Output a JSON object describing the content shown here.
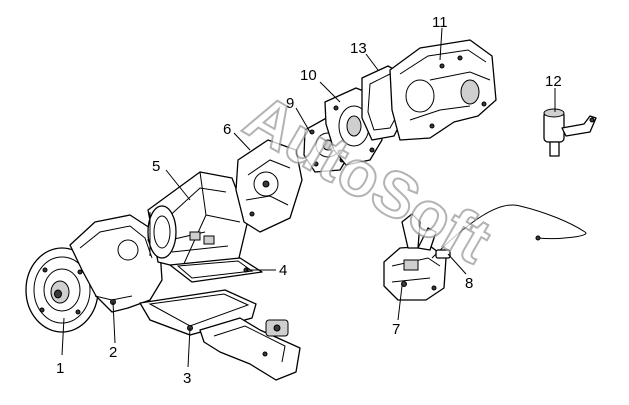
{
  "watermark": "AutoSoft",
  "callouts": [
    {
      "id": "1",
      "label": "1"
    },
    {
      "id": "2",
      "label": "2"
    },
    {
      "id": "3",
      "label": "3"
    },
    {
      "id": "4",
      "label": "4"
    },
    {
      "id": "5",
      "label": "5"
    },
    {
      "id": "6",
      "label": "6"
    },
    {
      "id": "7",
      "label": "7"
    },
    {
      "id": "8",
      "label": "8"
    },
    {
      "id": "9",
      "label": "9"
    },
    {
      "id": "10",
      "label": "10"
    },
    {
      "id": "11",
      "label": "11"
    },
    {
      "id": "12",
      "label": "12"
    },
    {
      "id": "13",
      "label": "13"
    }
  ]
}
